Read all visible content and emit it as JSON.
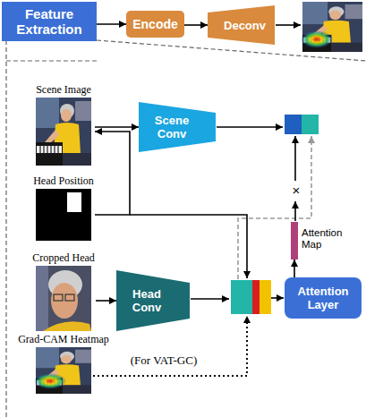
{
  "diagram": {
    "nodes": [
      {
        "text": [
          "Feature Extraction"
        ]
      },
      {
        "text": [
          "Encode"
        ]
      },
      {
        "text": [
          "Deconv"
        ]
      },
      {
        "text": [
          "Scene Image"
        ]
      },
      {
        "text": [
          "Scene Conv"
        ]
      },
      {
        "text": [
          "Head Position"
        ]
      },
      {
        "text": [
          "Cropped Head"
        ]
      },
      {
        "text": [
          "Head Conv"
        ]
      },
      {
        "text": [
          "Attention Map"
        ]
      },
      {
        "text": [
          "Attention Layer"
        ]
      },
      {
        "text": [
          "Grad-CAM Heatmap"
        ]
      }
    ],
    "edges": [
      {
        "from": 0,
        "to": 1,
        "arrow": "to"
      },
      {
        "from": 1,
        "to": 2,
        "arrow": "to"
      },
      {
        "from": 3,
        "to": 4,
        "arrow": "to"
      },
      {
        "from": 5,
        "to": 3,
        "arrow": "to"
      },
      {
        "from": 6,
        "to": 7,
        "arrow": "to"
      },
      {
        "from": 9,
        "to": 8,
        "arrow": "to"
      }
    ],
    "labels": [
      "×",
      "(For VAT-GC)"
    ]
  }
}
